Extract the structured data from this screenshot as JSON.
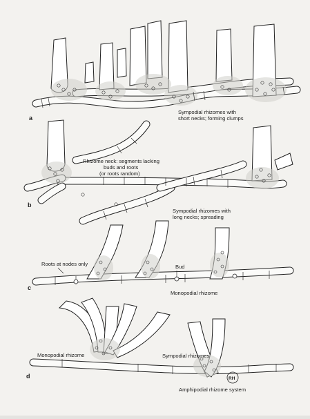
{
  "panels": {
    "a": {
      "letter": "a",
      "caption_1": "Sympodial rhizomes with",
      "caption_2": "short necks; forming clumps"
    },
    "b": {
      "letter": "b",
      "neck_label_1": "Rhizome neck: segments lacking",
      "neck_label_2": "buds and roots",
      "neck_label_3": "(or roots random)",
      "caption_1": "Sympodial rhizomes with",
      "caption_2": "long necks; spreading"
    },
    "c": {
      "letter": "c",
      "roots_label": "Roots at nodes only",
      "bud_label": "Bud",
      "caption": "Monopodial rhizome"
    },
    "d": {
      "letter": "d",
      "monopodial_label": "Monopodial rhizome",
      "sympodial_label": "Sympodial rhizomes",
      "caption": "Amphipodial rhizome system",
      "signature": "RH"
    }
  }
}
